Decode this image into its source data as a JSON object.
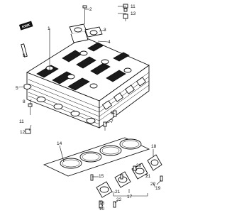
{
  "badge": {
    "text": "KWK"
  },
  "callouts": [
    {
      "id": "c1",
      "text": "1"
    },
    {
      "id": "c2",
      "text": "2"
    },
    {
      "id": "c3",
      "text": "3"
    },
    {
      "id": "c4",
      "text": "4"
    },
    {
      "id": "c5",
      "text": "5"
    },
    {
      "id": "c6",
      "text": "6"
    },
    {
      "id": "c7",
      "text": "7"
    },
    {
      "id": "c8",
      "text": "8"
    },
    {
      "id": "c9",
      "text": "9"
    },
    {
      "id": "c10",
      "text": "10"
    },
    {
      "id": "c11a",
      "text": "11"
    },
    {
      "id": "c11b",
      "text": "11"
    },
    {
      "id": "c12",
      "text": "12"
    },
    {
      "id": "c13",
      "text": "13"
    },
    {
      "id": "c14",
      "text": "14"
    },
    {
      "id": "c15",
      "text": "15"
    },
    {
      "id": "c16",
      "text": "16"
    },
    {
      "id": "c17",
      "text": "17"
    },
    {
      "id": "c18",
      "text": "18"
    },
    {
      "id": "c19",
      "text": "19"
    },
    {
      "id": "c20",
      "text": "20"
    },
    {
      "id": "c21a",
      "text": "21"
    },
    {
      "id": "c21b",
      "text": "21"
    },
    {
      "id": "c22a",
      "text": "22"
    },
    {
      "id": "c22b",
      "text": "22"
    }
  ]
}
